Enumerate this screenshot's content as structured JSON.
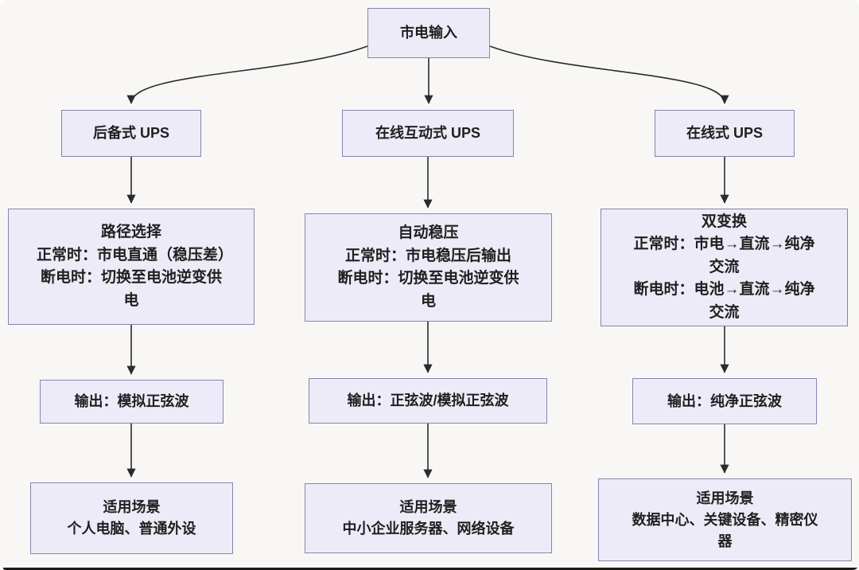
{
  "palette": {
    "background": "#f8f7f5",
    "box_fill": "#edebf7",
    "box_border": "#8983ae",
    "text": "#1f1f1f",
    "arrow": "#2b2b2b"
  },
  "root": {
    "label": "市电输入"
  },
  "branches": [
    {
      "name": "后备式 UPS",
      "detail": {
        "title": "路径选择",
        "lines": [
          "正常时：市电直通（稳压差）",
          "断电时：切换至电池逆变供电"
        ]
      },
      "output": "输出：模拟正弦波",
      "scenario": {
        "title": "适用场景",
        "desc": "个人电脑、普通外设"
      }
    },
    {
      "name": "在线互动式 UPS",
      "detail": {
        "title": "自动稳压",
        "lines": [
          "正常时：市电稳压后输出",
          "断电时：切换至电池逆变供电"
        ]
      },
      "output": "输出：正弦波/模拟正弦波",
      "scenario": {
        "title": "适用场景",
        "desc": "中小企业服务器、网络设备"
      }
    },
    {
      "name": "在线式 UPS",
      "detail": {
        "title": "双变换",
        "lines": [
          "正常时：市电→直流→纯净交流",
          "断电时：电池→直流→纯净交流"
        ]
      },
      "output": "输出：纯净正弦波",
      "scenario": {
        "title": "适用场景",
        "desc": "数据中心、关键设备、精密仪器"
      }
    }
  ]
}
